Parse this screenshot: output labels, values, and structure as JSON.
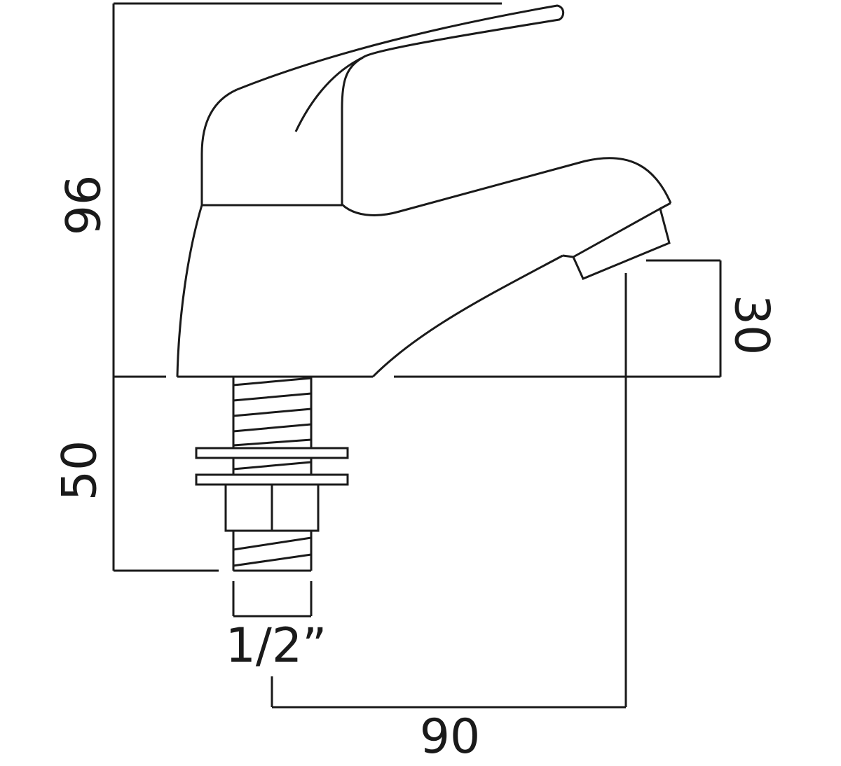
{
  "dimensions": {
    "height_above_deck": "96",
    "spout_height": "30",
    "tail_length": "50",
    "thread_size": "1/2”",
    "spout_reach": "90"
  },
  "colors": {
    "line": "#1a1a1a",
    "background": "#ffffff"
  }
}
